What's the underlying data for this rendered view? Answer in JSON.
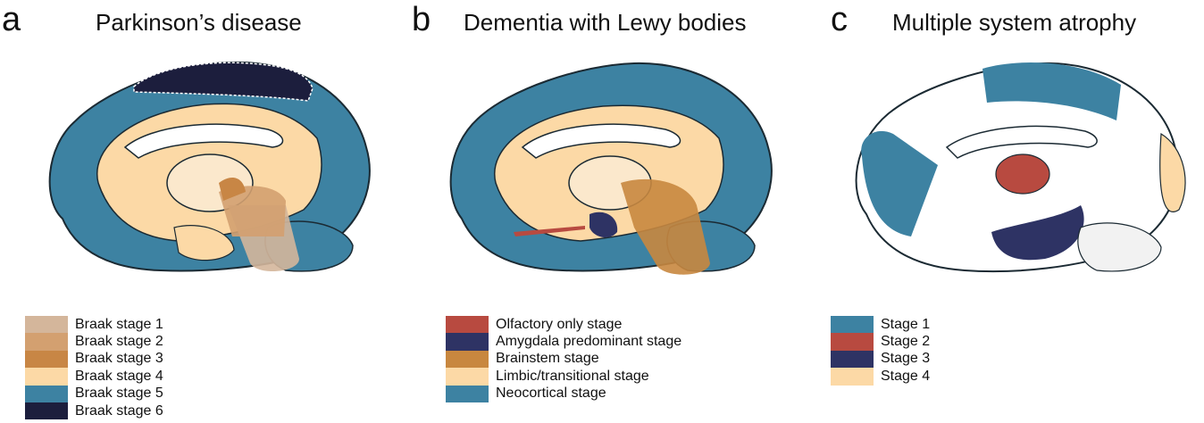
{
  "panels": [
    {
      "letter": "a",
      "title": "Parkinson’s disease",
      "legend": [
        {
          "label": "Braak stage 1",
          "color": "#d4b69b"
        },
        {
          "label": "Braak stage 2",
          "color": "#d3a070"
        },
        {
          "label": "Braak stage 3",
          "color": "#c88645"
        },
        {
          "label": "Braak stage 4",
          "color": "#fcd9a6"
        },
        {
          "label": "Braak stage 5",
          "color": "#3d82a2"
        },
        {
          "label": "Braak stage 6",
          "color": "#1c1e3d"
        }
      ]
    },
    {
      "letter": "b",
      "title": "Dementia with Lewy bodies",
      "legend": [
        {
          "label": "Olfactory only stage",
          "color": "#b84a40"
        },
        {
          "label": "Amygdala predominant stage",
          "color": "#2e3364"
        },
        {
          "label": "Brainstem stage",
          "color": "#c8873f"
        },
        {
          "label": "Limbic/transitional stage",
          "color": "#fcd9a6"
        },
        {
          "label": "Neocortical stage",
          "color": "#3d82a2"
        }
      ]
    },
    {
      "letter": "c",
      "title": "Multiple system atrophy",
      "legend": [
        {
          "label": "Stage 1",
          "color": "#3d82a2"
        },
        {
          "label": "Stage 2",
          "color": "#b84a40"
        },
        {
          "label": "Stage 3",
          "color": "#2e3364"
        },
        {
          "label": "Stage 4",
          "color": "#fcd9a6"
        }
      ]
    }
  ]
}
